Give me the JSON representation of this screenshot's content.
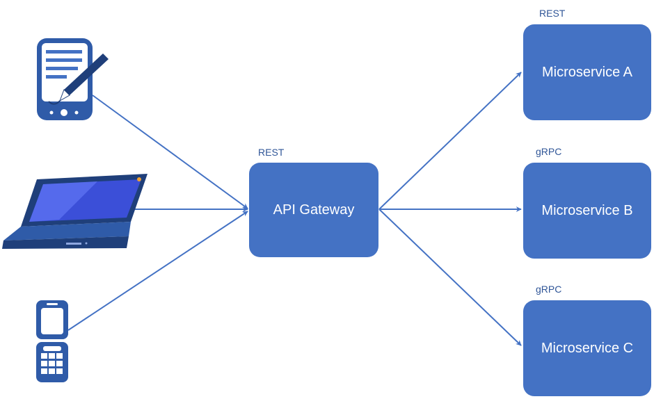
{
  "diagram": {
    "gateway": {
      "label": "API Gateway",
      "protocol": "REST"
    },
    "services": [
      {
        "label": "Microservice A",
        "protocol": "REST"
      },
      {
        "label": "Microservice B",
        "protocol": "gRPC"
      },
      {
        "label": "Microservice C",
        "protocol": "gRPC"
      }
    ],
    "clients": [
      {
        "icon": "tablet-pen-icon"
      },
      {
        "icon": "laptop-icon"
      },
      {
        "icon": "mobile-phone-icon"
      }
    ]
  },
  "colors": {
    "box_fill": "#4472c4",
    "connector": "#4472c4",
    "label_text": "#2f5597"
  }
}
